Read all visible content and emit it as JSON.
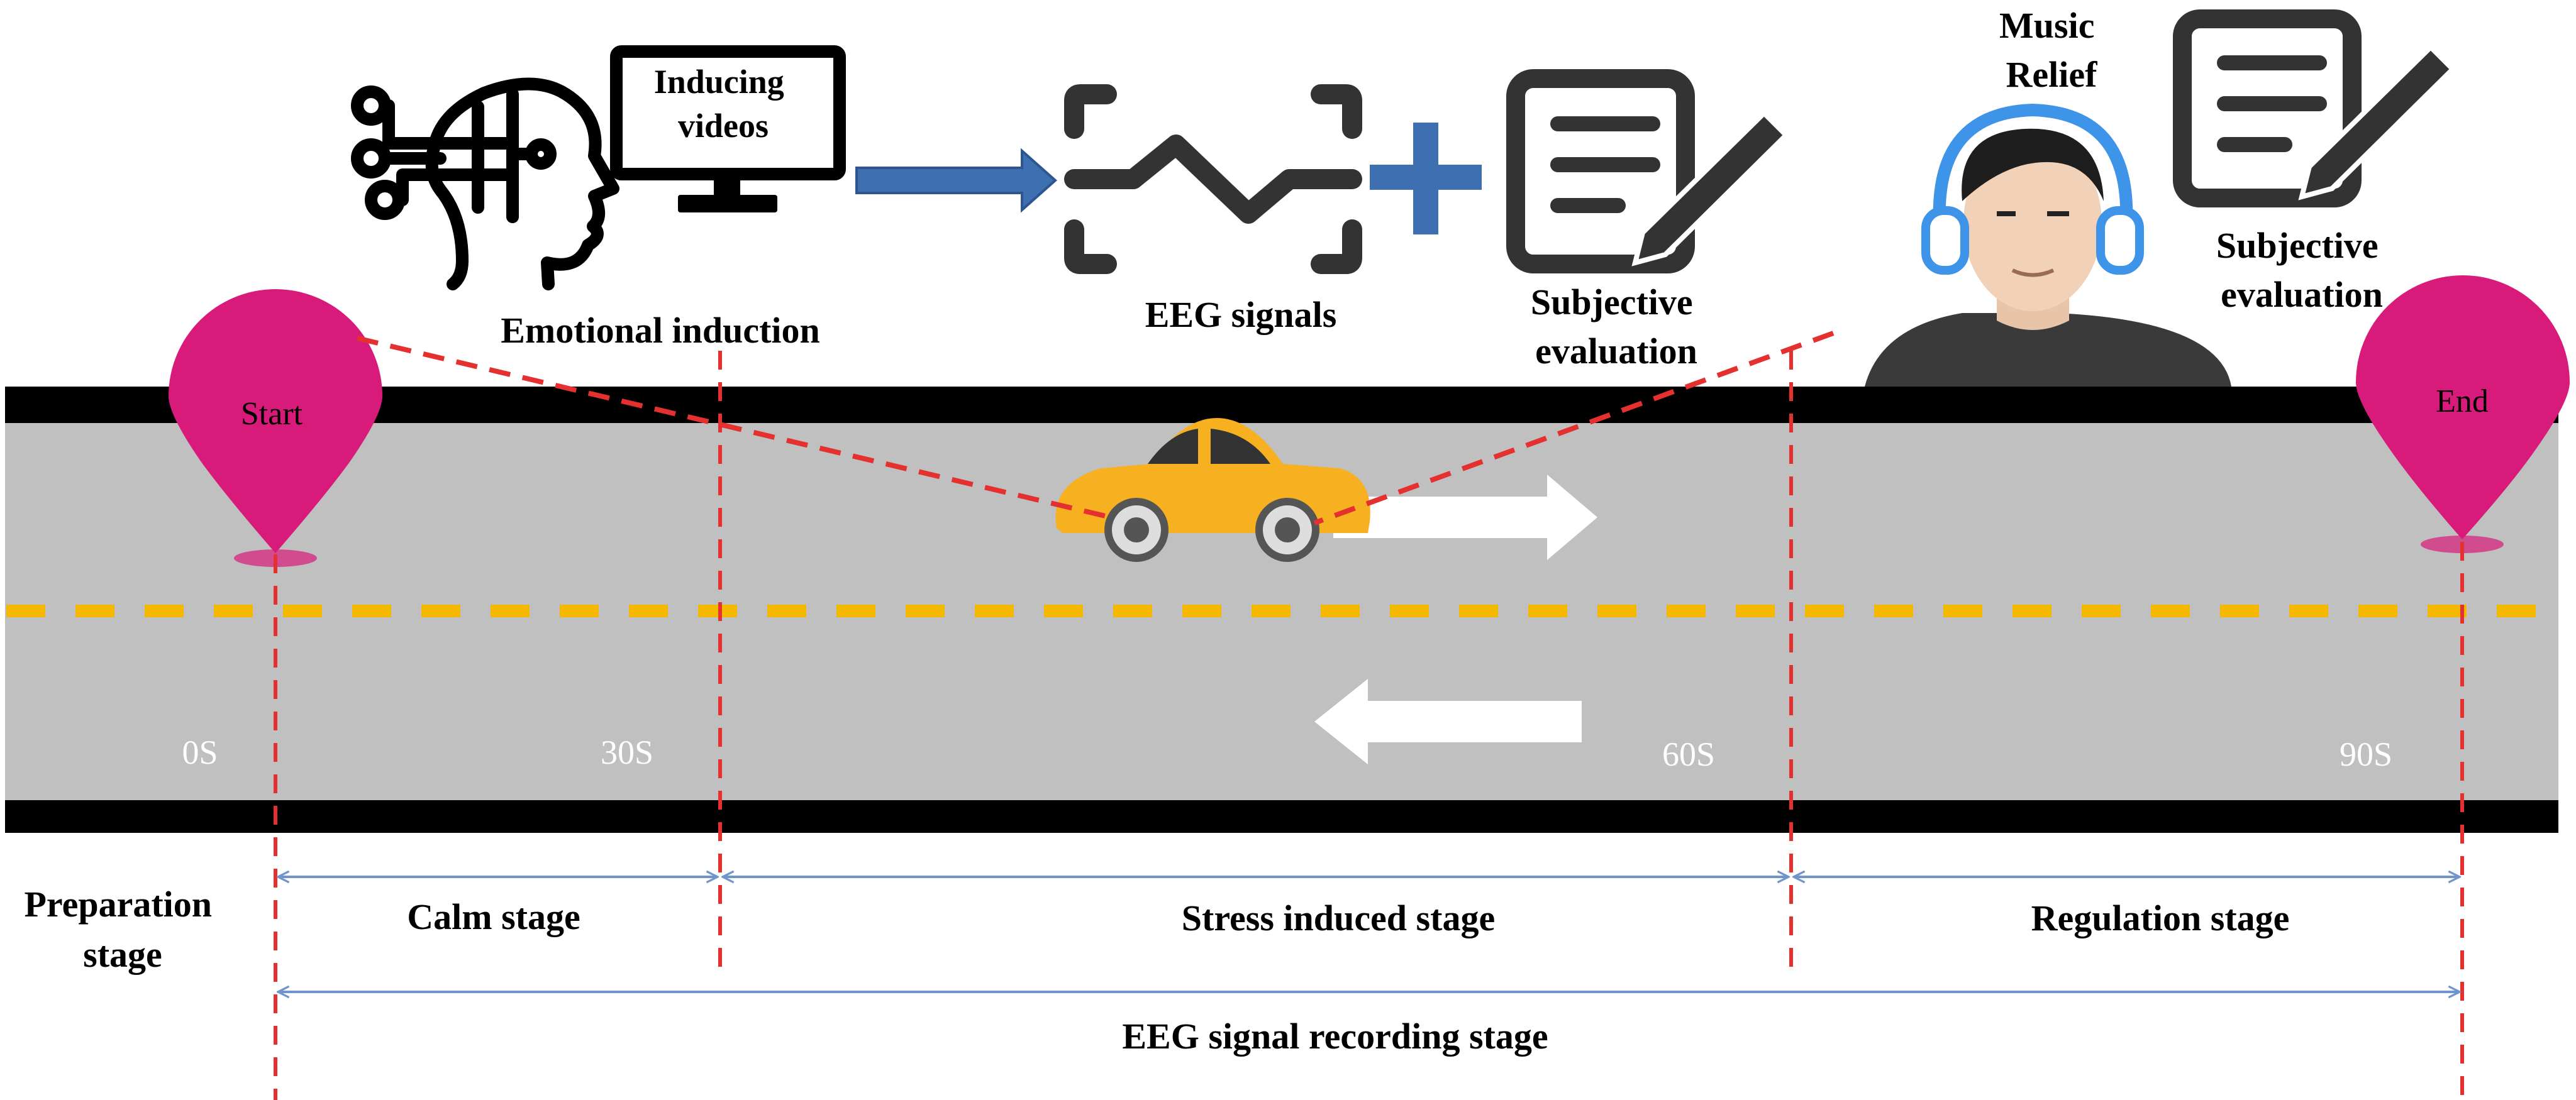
{
  "labels": {
    "inducing_videos_1": "Inducing",
    "inducing_videos_2": "videos",
    "emotional_induction": "Emotional induction",
    "eeg_signals": "EEG signals",
    "subjective_eval_1_line1": "Subjective",
    "subjective_eval_1_line2": "evaluation",
    "music_relief_line1": "Music",
    "music_relief_line2": "Relief",
    "subjective_eval_2_line1": "Subjective",
    "subjective_eval_2_line2": "evaluation",
    "start": "Start",
    "end": "End",
    "t0": "0S",
    "t30": "30S",
    "t60": "60S",
    "t90": "90S",
    "preparation_stage_line1": "Preparation",
    "preparation_stage_line2": "stage",
    "calm_stage": "Calm stage",
    "stress_stage": "Stress induced stage",
    "regulation_stage": "Regulation stage",
    "recording_stage": "EEG signal recording stage"
  },
  "colors": {
    "road": "#c0c0c0",
    "road_edge": "#000000",
    "center_line": "#f5b800",
    "pin": "#d81b7a",
    "marker": "#e53030",
    "span_arrow": "#6f95cc",
    "flow_arrow": "#3e6fb0",
    "car": "#f7b020",
    "headphones": "#3d94e8"
  },
  "icons": [
    "brain-head-icon",
    "monitor-icon",
    "eeg-wave-icon",
    "plus-icon",
    "document-pencil-icon",
    "person-headphones-icon",
    "car-icon",
    "location-pin-icon"
  ]
}
